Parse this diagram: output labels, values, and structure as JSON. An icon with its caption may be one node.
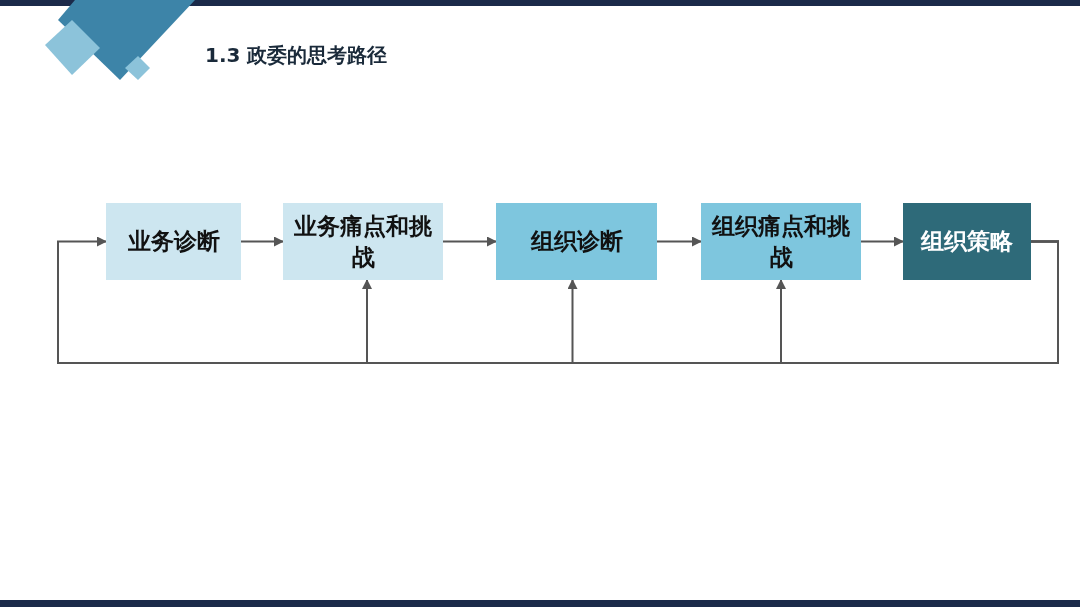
{
  "diagram": {
    "title": "1.3 政委的思考路径",
    "nodes": [
      {
        "text": [
          "业务诊断"
        ]
      },
      {
        "text": [
          "业务痛点和挑战"
        ]
      },
      {
        "text": [
          "组织诊断"
        ]
      },
      {
        "text": [
          "组织痛点和挑战"
        ]
      },
      {
        "text": [
          "组织策略"
        ]
      }
    ],
    "edges": [
      {
        "from": 0,
        "to": 1,
        "arrow": "to"
      },
      {
        "from": 1,
        "to": 2,
        "arrow": "to"
      },
      {
        "from": 2,
        "to": 3,
        "arrow": "to"
      },
      {
        "from": 3,
        "to": 4,
        "arrow": "to"
      },
      {
        "from": 4,
        "to": 0,
        "arrow": "to"
      },
      {
        "from": 4,
        "to": 1,
        "arrow": "to"
      },
      {
        "from": 4,
        "to": 2,
        "arrow": "to"
      },
      {
        "from": 4,
        "to": 3,
        "arrow": "to"
      }
    ]
  }
}
